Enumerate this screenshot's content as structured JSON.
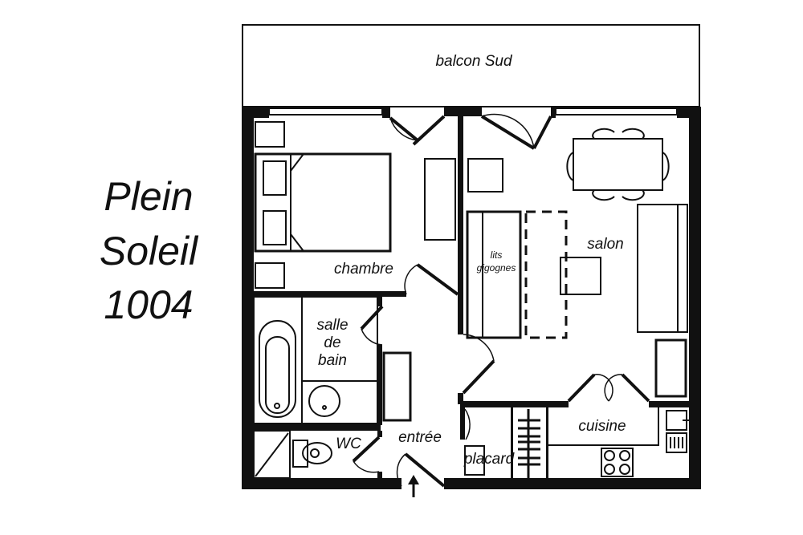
{
  "title": {
    "line1": "Plein",
    "line2": "Soleil",
    "line3": "1004"
  },
  "rooms": {
    "balcony": "balcon  Sud",
    "bedroom": "chambre",
    "bathroom": [
      "salle",
      "de",
      "bain"
    ],
    "wc": "WC",
    "entrance": "entrée",
    "closet": "placard",
    "kitchen": "cuisine",
    "living": "salon",
    "trundle_bed": [
      "lits",
      "gigognes"
    ]
  }
}
